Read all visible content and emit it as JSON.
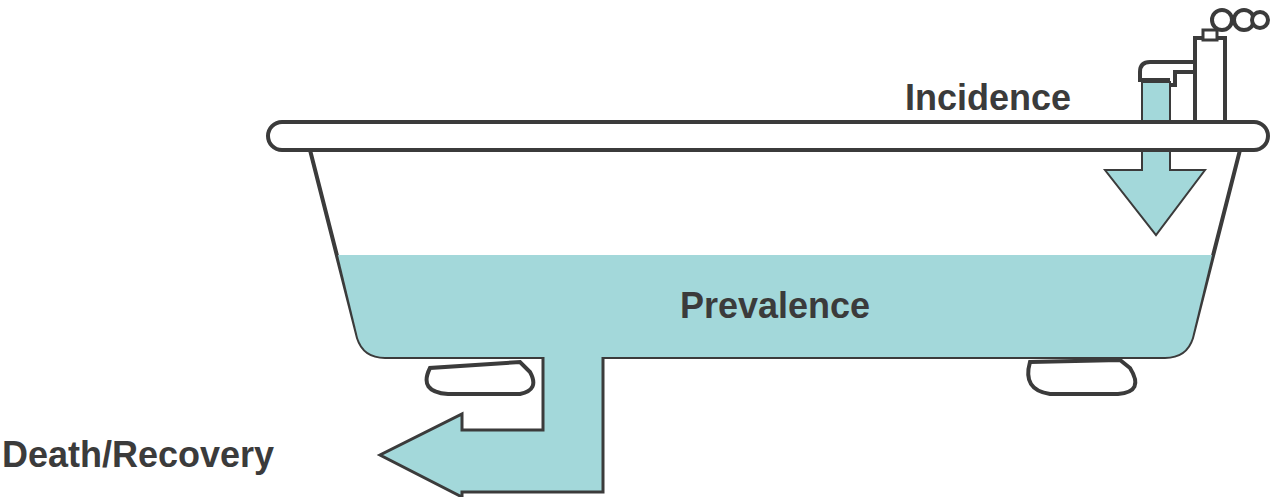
{
  "diagram": {
    "nodes": [
      {
        "text": [
          "Prevalence"
        ]
      }
    ],
    "labels": [
      "Incidence",
      "Death/Recovery"
    ]
  }
}
